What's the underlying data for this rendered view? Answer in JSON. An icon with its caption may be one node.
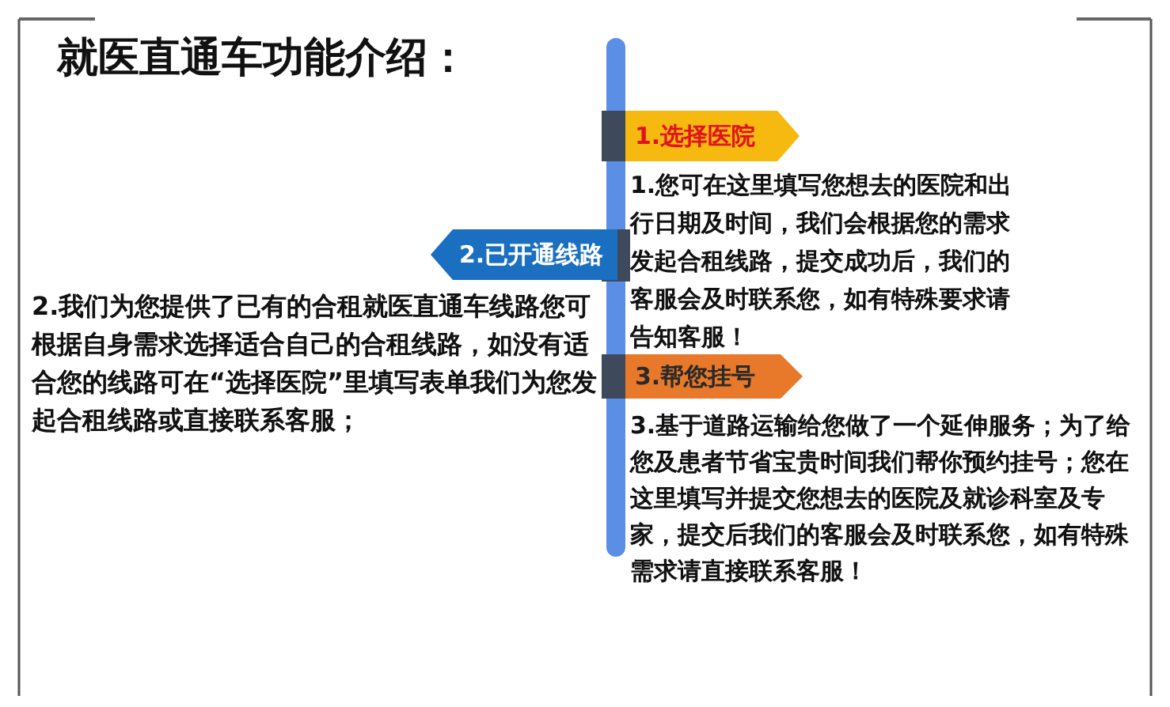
{
  "diagram": {
    "title": "就医直通车功能介绍：",
    "nodes": [
      {
        "text": [
          "1.选择医院"
        ],
        "beside": [
          "1.您可在这里填写您想去的医院和出行日期及时间，我们会根据您的需求发起合租线路，提交成功后，我们的客服会及时联系您，如有特殊要求请告知客服！"
        ]
      },
      {
        "text": [
          "2.已开通线路"
        ],
        "beside": [
          "2.我们为您提供了已有的合租就医直通车线路您可根据自身需求选择适合自己的合租线路，如没有适合您的线路可在“选择医院”里填写表单我们为您发起合租线路或直接联系客服；"
        ]
      },
      {
        "text": [
          "3.帮您挂号"
        ],
        "beside": [
          "3.基于道路运输给您做了一个延伸服务；为了给您及患者节省宝贵时间我们帮你预约挂号；您在这里填写并提交您想去的医院及就诊科室及专家，提交后我们的客服会及时联系您，如有特殊需求请直接联系客服！"
        ]
      }
    ]
  }
}
